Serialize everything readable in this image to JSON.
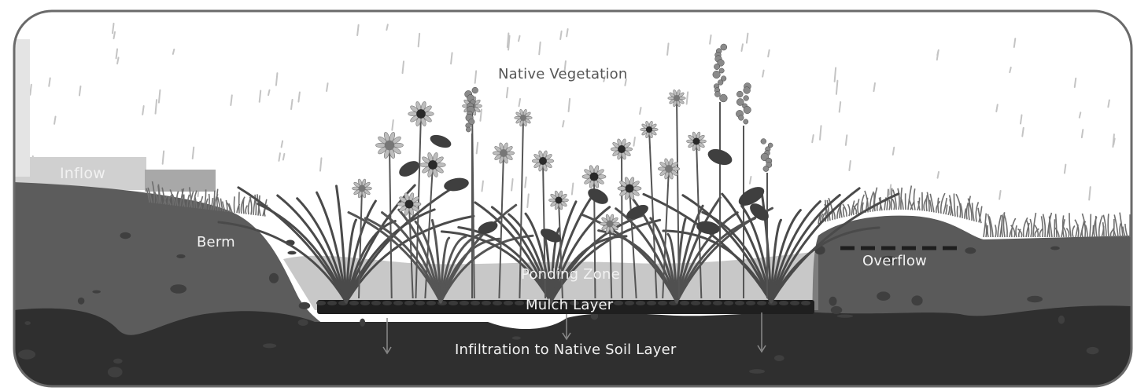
{
  "labels": {
    "native_vegetation": "Native Vegetation",
    "inflow": "Inflow",
    "berm": "Berm",
    "overflow": "Overflow",
    "ponding_zone": "Ponding Zone",
    "mulch_layer": "Mulch Layer",
    "infiltration": "Infiltration to Native Soil Layer"
  },
  "colors": {
    "sky": "#ffffff",
    "rain": "#bdbdbd",
    "frame_border": "#6b6b6b",
    "berm_soil": "#5a5a5a",
    "native_soil": "#2e2e2e",
    "mulch": "#1e1e1e",
    "grass": "#6f6f6f",
    "flower": "#8a8a8a",
    "inflow_pipe": "#cfcfcf"
  },
  "icons": [
    "rain-streaks",
    "flowers",
    "grass-clumps",
    "infiltration-arrows"
  ]
}
